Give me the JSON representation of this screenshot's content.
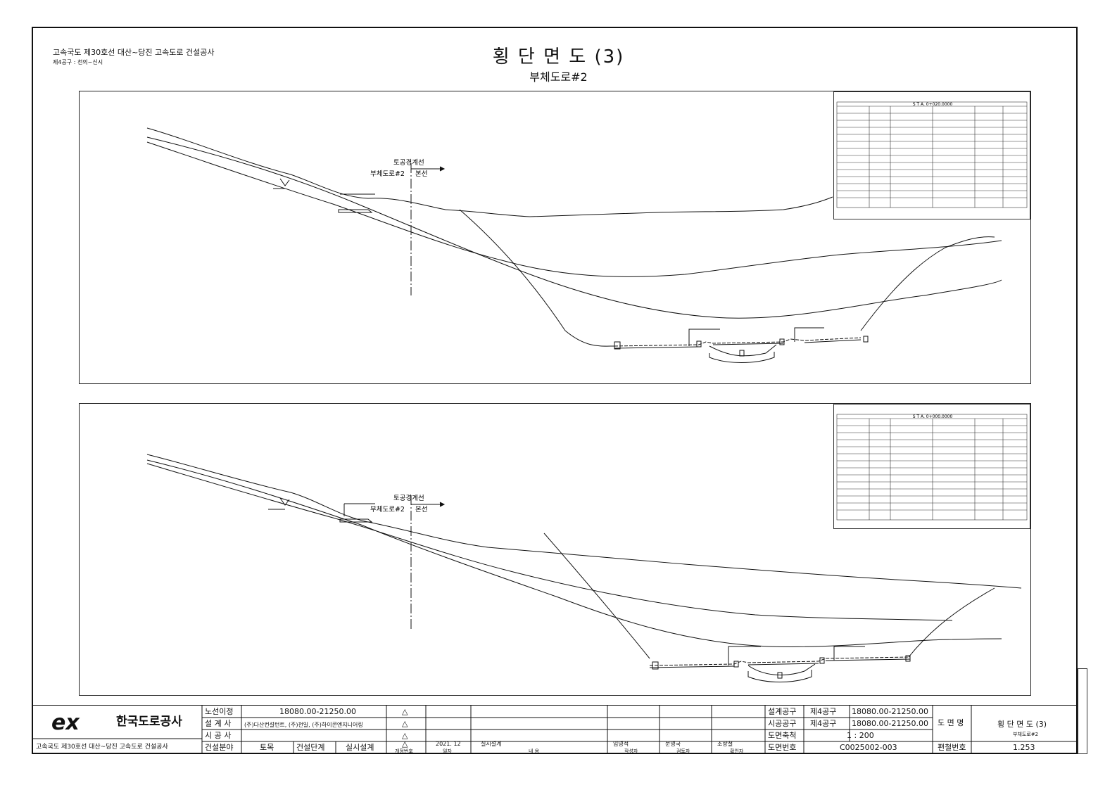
{
  "header": {
    "project": "고속국도 제30호선 대산~당진 고속도로 건설공사",
    "section": "제4공구 : 천의~신시",
    "title": "횡 단 면 도 (3)",
    "subtitle": "부체도로#2"
  },
  "sections": [
    {
      "sta": "S T A.   0+020.0000",
      "label_boundary": "토공경계선",
      "label_road": "부체도로#2",
      "label_main": "본선"
    },
    {
      "sta": "S T A.   0+000.0000",
      "label_boundary": "토공경계선",
      "label_road": "부체도로#2",
      "label_main": "본선"
    }
  ],
  "title_block": {
    "company": "한국도로공사",
    "logo_text": "ex",
    "project": "고속국도 제30호선 대산~당진 고속도로 건설공사",
    "route_label": "노선이정",
    "route_value": "18080.00-21250.00",
    "designer_label": "설 계 사",
    "designer_value": "(주)다산컨설턴트, (주)천일, (주)하이콘엔지니어링",
    "builder_label": "시 공 사",
    "builder_value": "",
    "field_label": "건설분야",
    "field_value": "토목",
    "stage_label": "건설단계",
    "stage_value": "실시설계",
    "rev_symbol": "△",
    "rev_no_label": "개정번호",
    "date_label": "일자",
    "content_label": "내  용",
    "rev_date": "2021. 12",
    "rev_content": "실시설계",
    "author_label": "작성자",
    "author_name": "임영석",
    "checker_label": "검토자",
    "checker_name": "문명국",
    "approver_label": "확인자",
    "approver_name": "조항철",
    "design_section_label": "설계공구",
    "design_section_value": "제4공구",
    "design_section_range": "18080.00-21250.00",
    "build_section_label": "시공공구",
    "build_section_value": "제4공구",
    "build_section_range": "18080.00-21250.00",
    "scale_label": "도면축척",
    "scale_value": "1 : 200",
    "drawing_no_label": "도면번호",
    "drawing_no_value": "C0025002-003",
    "drawing_name_label": "도 면 명",
    "drawing_name_value": "횡 단 면 도 (3)",
    "drawing_name_sub": "부체도로#2",
    "edit_no_label": "편철번호",
    "edit_no_value": "1.253"
  }
}
